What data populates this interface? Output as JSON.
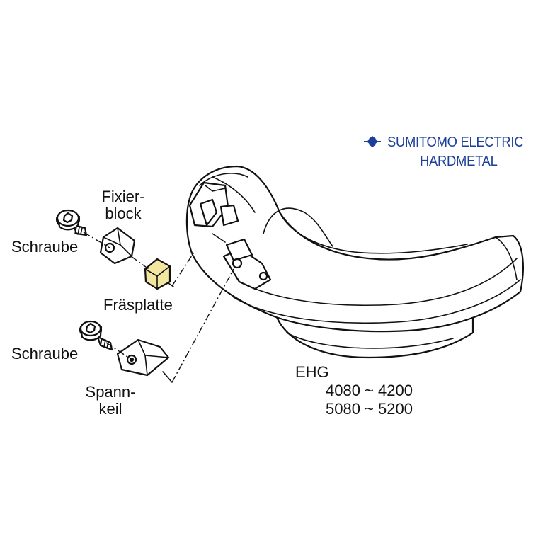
{
  "brand": {
    "line1": "SUMITOMO ELECTRIC",
    "line2": "HARDMETAL",
    "color": "#1c3f9a",
    "logo_icon": "sumitomo-diamond-logo"
  },
  "labels": {
    "fixierblock_line1": "Fixier-",
    "fixierblock_line2": "block",
    "schraube_top": "Schraube",
    "fraesplatte": "Fräsplatte",
    "schraube_bottom": "Schraube",
    "spannkeil_line1": "Spann-",
    "spannkeil_line2": "keil"
  },
  "model": {
    "series": "EHG",
    "range1": "4080 ~ 4200",
    "range2": "5080 ~ 5200"
  },
  "colors": {
    "insert_fill": "#f3e6a0",
    "line": "#111111"
  }
}
